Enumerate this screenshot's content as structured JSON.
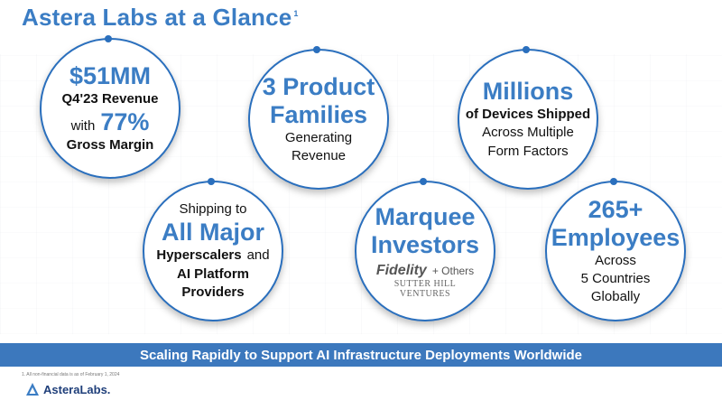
{
  "title": "Astera Labs at a Glance",
  "title_sup": "1",
  "circles": {
    "revenue": {
      "amount": "$51MM",
      "line1": "Q4'23 Revenue",
      "with": "with",
      "pct": "77%",
      "line3": "Gross Margin"
    },
    "products": {
      "big1": "3 Product",
      "big2": "Families",
      "line1": "Generating",
      "line2": "Revenue"
    },
    "devices": {
      "big": "Millions",
      "line1": "of Devices Shipped",
      "line2": "Across Multiple",
      "line3": "Form Factors"
    },
    "hyperscalers": {
      "line1": "Shipping to",
      "big": "All Major",
      "line2a": "Hyperscalers",
      "line2b": "and",
      "line3": "AI Platform",
      "line4": "Providers"
    },
    "investors": {
      "big1": "Marquee",
      "big2": "Investors",
      "logo1": "Fidelity",
      "others": "+ Others",
      "logo2a": "SUTTER HILL",
      "logo2b": "VENTURES"
    },
    "employees": {
      "big1": "265+",
      "big2": "Employees",
      "line1": "Across",
      "line2": "5 Countries",
      "line3": "Globally"
    }
  },
  "banner": "Scaling Rapidly to Support AI Infrastructure Deployments Worldwide",
  "footnote": "1. All non-financial data is as of February 1, 2024",
  "logo_text": "AsteraLabs.",
  "colors": {
    "accent": "#3b7dc4",
    "banner": "#3c78bd",
    "ring": "#2a6fbd"
  }
}
